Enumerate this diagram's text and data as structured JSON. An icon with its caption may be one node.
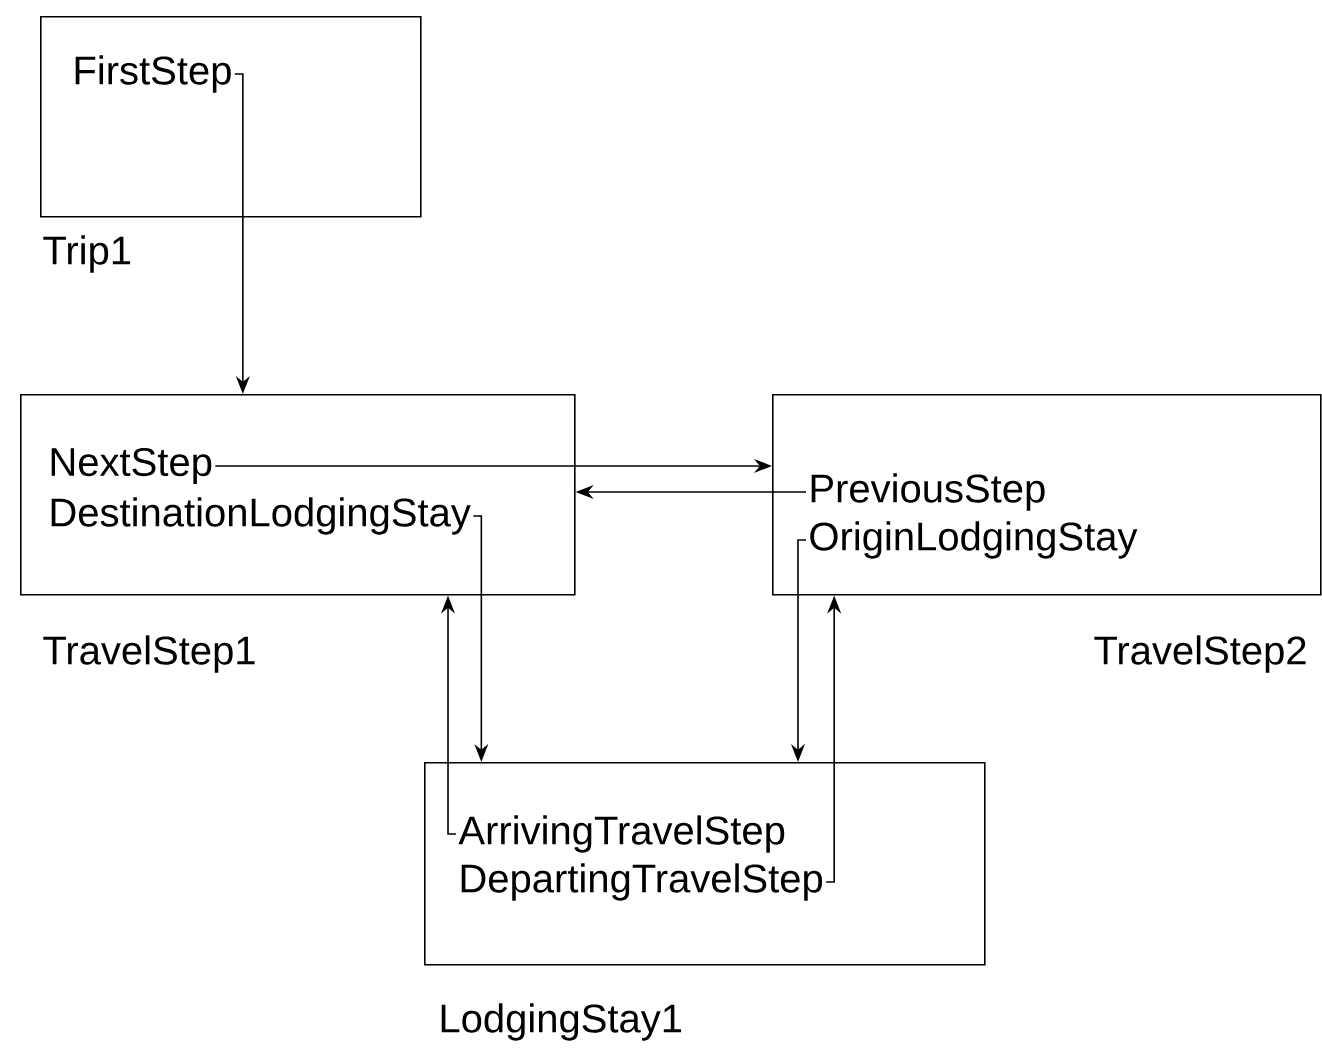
{
  "diagram": {
    "nodes": [
      {
        "text": [
          "Trip1"
        ]
      },
      {
        "text": [
          "FirstStep"
        ],
        "in": 0
      },
      {
        "text": [
          "TravelStep1"
        ]
      },
      {
        "text": [
          "NextStep"
        ],
        "in": 2
      },
      {
        "text": [
          "DestinationLodgingStay"
        ],
        "in": 2
      },
      {
        "text": [
          "TravelStep2"
        ]
      },
      {
        "text": [
          "PreviousStep"
        ],
        "in": 5
      },
      {
        "text": [
          "OriginLodgingStay"
        ],
        "in": 5
      },
      {
        "text": [
          "LodgingStay1"
        ]
      },
      {
        "text": [
          "ArrivingTravelStep"
        ],
        "in": 8
      },
      {
        "text": [
          "DepartingTravelStep"
        ],
        "in": 8
      }
    ],
    "edges": [
      {
        "from": 1,
        "to": 2,
        "arrow": "to"
      },
      {
        "from": 3,
        "to": 5,
        "arrow": "to"
      },
      {
        "from": 6,
        "to": 2,
        "arrow": "to"
      },
      {
        "from": 4,
        "to": 8,
        "arrow": "to"
      },
      {
        "from": 7,
        "to": 8,
        "arrow": "to"
      },
      {
        "from": 9,
        "to": 2,
        "arrow": "to"
      },
      {
        "from": 10,
        "to": 5,
        "arrow": "to"
      }
    ]
  }
}
